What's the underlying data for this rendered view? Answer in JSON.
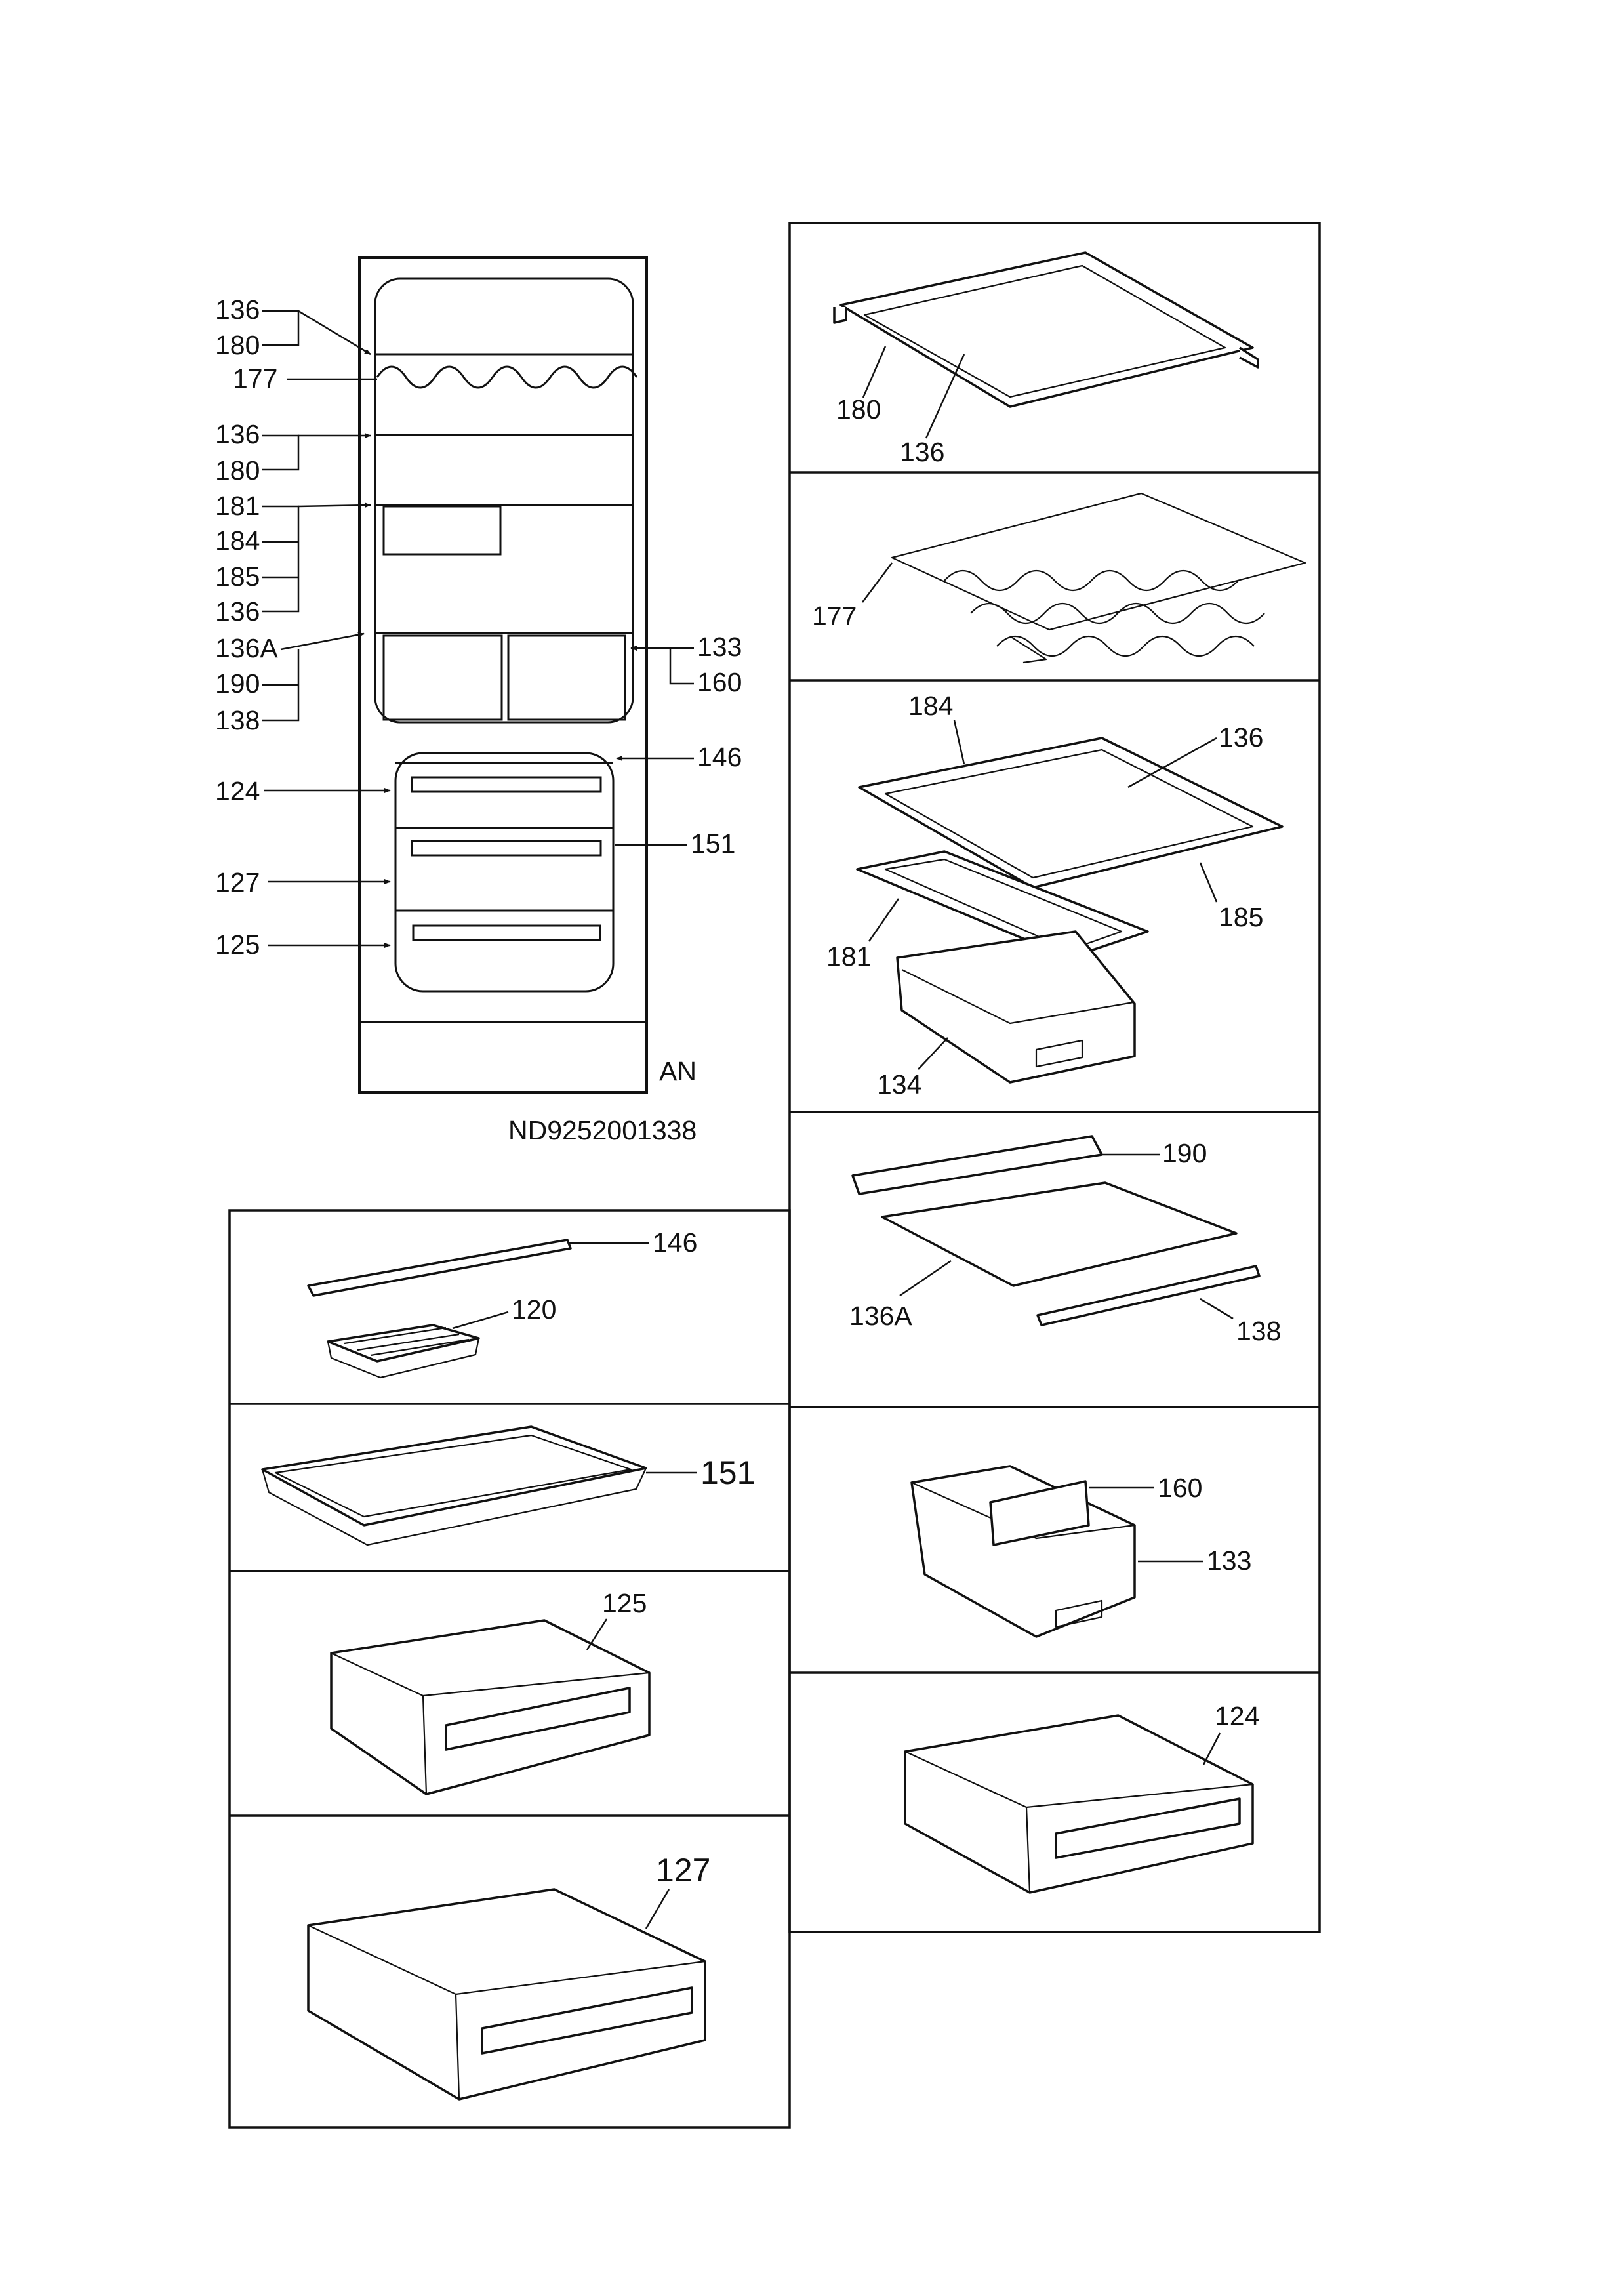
{
  "document": {
    "drawing_number": "ND9252001338",
    "version_code": "AN"
  },
  "overview_labels": {
    "l136a": "136",
    "l180a": "180",
    "l177": "177",
    "l136b": "136",
    "l180b": "180",
    "l181": "181",
    "l184": "184",
    "l185": "185",
    "l136c": "136",
    "l136A": "136A",
    "l190": "190",
    "l138": "138",
    "l133": "133",
    "l160": "160",
    "l146": "146",
    "l124": "124",
    "l151": "151",
    "l127": "127",
    "l125": "125"
  },
  "panels": {
    "glass_shelf": {
      "l180": "180",
      "l136": "136"
    },
    "bottle_rack": {
      "l177": "177"
    },
    "crisper_cover": {
      "l184": "184",
      "l136": "136",
      "l185": "185",
      "l181": "181",
      "l134": "134"
    },
    "divided_shelf": {
      "l190": "190",
      "l136A": "136A",
      "l138": "138"
    },
    "flap_and_ice": {
      "l146": "146",
      "l120": "120"
    },
    "freezer_tray": {
      "l151": "151"
    },
    "vegetable_box": {
      "l160": "160",
      "l133": "133"
    },
    "drawer_125": {
      "l125": "125"
    },
    "drawer_124": {
      "l124": "124"
    },
    "drawer_127": {
      "l127": "127"
    }
  },
  "icons": [
    "arrow-head-icon"
  ]
}
